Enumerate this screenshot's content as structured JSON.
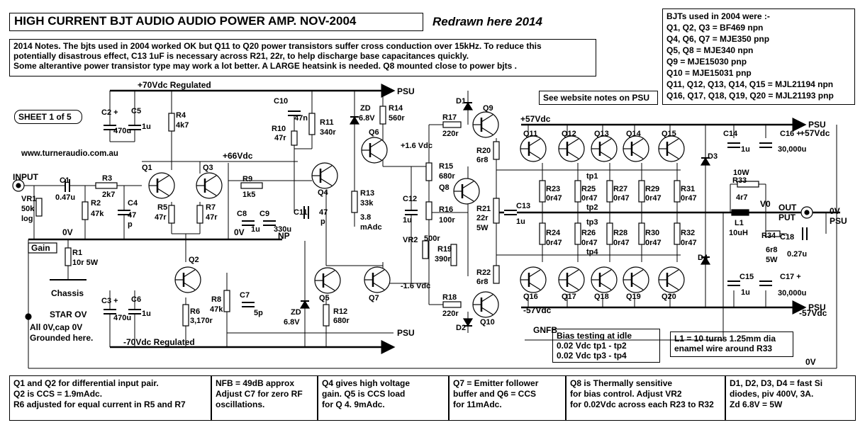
{
  "title": "HIGH CURRENT BJT AUDIO AUDIO POWER AMP. NOV-2004",
  "subtitle": "Redrawn here 2014",
  "notes": [
    "2014 Notes. The bjts used in 2004 worked OK but Q11 to Q20 power transistors suffer cross  conduction over 15kHz. To reduce this",
    "potentially disastrous effect, C13 1uF is necessary across R21, 22r, to help discharge base capacitances quickly.",
    "Some alterantive power transistor type may work a lot better. A LARGE heatsink is needed.  Q8 mounted close to power bjts ."
  ],
  "bjt_list": [
    "BJTs used in 2004 were :-",
    "Q1, Q2, Q3 = BF469  npn",
    "Q4, Q6, Q7 = MJE350  pnp",
    "Q5, Q8 = MJE340  npn",
    "Q9 = MJE15030  pnp",
    "Q10 = MJE15031  pnp",
    "Q11, Q12, Q13, Q14, Q15 = MJL21194 npn",
    "Q16, Q17, Q18, Q19, Q20 = MJL21193 pnp"
  ],
  "psu_note": "See website notes on PSU",
  "sheet_label": "SHEET 1 of 5",
  "website": "www.turneraudio.com.au",
  "gain_label": "Gain",
  "bias_box": [
    "Bias testing at idle",
    "0.02 Vdc tp1 - tp2",
    "0.02 Vdc tp3 - tp4"
  ],
  "inductor_box": [
    "L1 = 10 turns 1.25mm dia",
    "enamel wire around R33"
  ],
  "footer": [
    [
      "Q1 and Q2 for differential input pair.",
      "Q2 is CCS = 1.9mAdc.",
      "R6 adjusted for equal current in R5 and R7"
    ],
    [
      "NFB = 49dB approx",
      "Adjust C7 for zero RF",
      "oscillations."
    ],
    [
      "Q4 gives high voltage",
      "gain. Q5 is CCS load",
      "for Q 4. 9mAdc."
    ],
    [
      "Q7 = Emitter follower",
      "buffer and Q6 = CCS",
      "for 11mAdc."
    ],
    [
      "Q8 is Thermally sensitive",
      "for bias control. Adjust VR2",
      "for 0.02Vdc across each R23 to R32"
    ],
    [
      "D1, D2, D3, D4 = fast Si",
      "diodes, piv 400V, 3A.",
      "Zd 6.8V = 5W"
    ]
  ],
  "rails": {
    "p70": "+70Vdc Regulated",
    "m70": "-70Vdc Regulated",
    "p66": "+66Vdc",
    "p57": "+57Vdc",
    "m57": "-57Vdc",
    "psu": "PSU",
    "zero": "0V",
    "p16": "+1.6 Vdc",
    "m16": "-1.6 Vdc",
    "ma38": "3.8",
    "ma38b": "mAdc",
    "gnfb": "GNFB",
    "star": "STAR OV",
    "star2": "All 0V,cap 0V",
    "star3": "Grounded here.",
    "chassis": "Chassis",
    "input": "INPUT",
    "out": "OUT",
    "out2": "PUT",
    "v0": "V0",
    "zv": "0V",
    "zvpsu": "PSU",
    "np": "NP"
  },
  "components": {
    "C2": "C2",
    "C2v": "470u",
    "C5": "C5",
    "C5v": "1u",
    "C3": "C3",
    "C3v": "470u",
    "C6": "C6",
    "C6v": "1u",
    "R4": "R4",
    "R4v": "4k7",
    "Q1": "Q1",
    "Q3": "Q3",
    "Q2": "Q2",
    "VR1": "VR1",
    "VR1v": "50k",
    "VR1t": "log",
    "C1": "C1",
    "C1v": "0.47u",
    "R3": "R3",
    "R3v": "2k7",
    "R2": "R2",
    "R2v": "47k",
    "C4": "C4",
    "C4v": "47",
    "C4t": "p",
    "R5": "R5",
    "R5v": "47r",
    "R7": "R7",
    "R7v": "47r",
    "R1": "R1",
    "R1v": "10r 5W",
    "R6": "R6",
    "R6v": "3,170r",
    "R8": "R8",
    "R8v": "47k",
    "C7": "C7",
    "C7v": "5p",
    "C10": "C10",
    "C10v": "47n",
    "R10": "R10",
    "R10v": "47r",
    "R11": "R11",
    "R11v": "340r",
    "R9": "R9",
    "R9v": "1k5",
    "C8": "C8",
    "C8v": "1u",
    "C9": "C9",
    "C9v": "330u",
    "C11": "C11",
    "C11v": "47",
    "C11t": "p",
    "Q4": "Q4",
    "Q5": "Q5",
    "ZD1": "ZD",
    "ZD1v": "6.8V",
    "ZD2": "ZD",
    "ZD2v": "6.8V",
    "R13": "R13",
    "R13v": "33k",
    "R12": "R12",
    "R12v": "680r",
    "R14": "R14",
    "R14v": "560r",
    "Q6": "Q6",
    "Q7": "Q7",
    "C12": "C12",
    "C12v": "1u",
    "R15": "R15",
    "R15v": "680r",
    "R16": "R16",
    "R16v": "100r",
    "Q8": "Q8",
    "VR2": "VR2",
    "VR2v": "500r",
    "R19": "R19",
    "R19v": "390r",
    "D1": "D1",
    "D2": "D2",
    "Q9": "Q9",
    "Q10": "Q10",
    "R17": "R17",
    "R17v": "220r",
    "R18": "R18",
    "R18v": "220r",
    "R20": "R20",
    "R20v": "6r8",
    "R22": "R22",
    "R22v": "6r8",
    "R21": "R21",
    "R21v": "22r",
    "R21w": "5W",
    "C13": "C13",
    "C13v": "1u",
    "Q11": "Q11",
    "Q12": "Q12",
    "Q13": "Q13",
    "Q14": "Q14",
    "Q15": "Q15",
    "Q16": "Q16",
    "Q17": "Q17",
    "Q18": "Q18",
    "Q19": "Q19",
    "Q20": "Q20",
    "R23": "R23",
    "R25": "R25",
    "R27": "R27",
    "R29": "R29",
    "R31": "R31",
    "R24": "R24",
    "R26": "R26",
    "R28": "R28",
    "R30": "R30",
    "R32": "R32",
    "r047": "0r47",
    "tp1": "tp1",
    "tp2": "tp2",
    "tp3": "tp3",
    "tp4": "tp4",
    "D3": "D3",
    "D4": "D4",
    "C14": "C14",
    "C14v": "1u",
    "C16": "C16",
    "C16v": "30,000u",
    "C15": "C15",
    "C15v": "1u",
    "C17": "C17",
    "C17v": "30,000u",
    "R33": "R33",
    "R33p": "10W",
    "R33v": "4r7",
    "L1": "L1",
    "L1v": "10uH",
    "R34": "R34",
    "R34v": "6r8",
    "R34w": "5W",
    "C18": "C18",
    "C18v": "0.27u"
  }
}
